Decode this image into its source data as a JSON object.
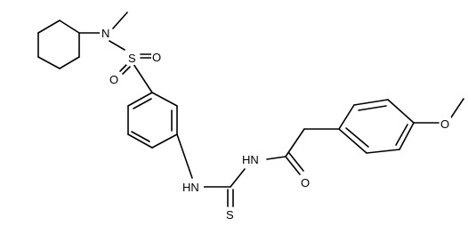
{
  "molecule": {
    "atom_labels": {
      "n_amine": "N",
      "s_sulfonyl": "S",
      "o_sulfonyl_1": "O",
      "o_sulfonyl_2": "O",
      "nh_aryl": "HN",
      "nh_acyl": "HN",
      "s_thio": "S",
      "o_carbonyl": "O",
      "o_methoxy": "O"
    },
    "colors": {
      "bonds": "#000000",
      "labels": "#000000",
      "background": "#ffffff"
    }
  }
}
